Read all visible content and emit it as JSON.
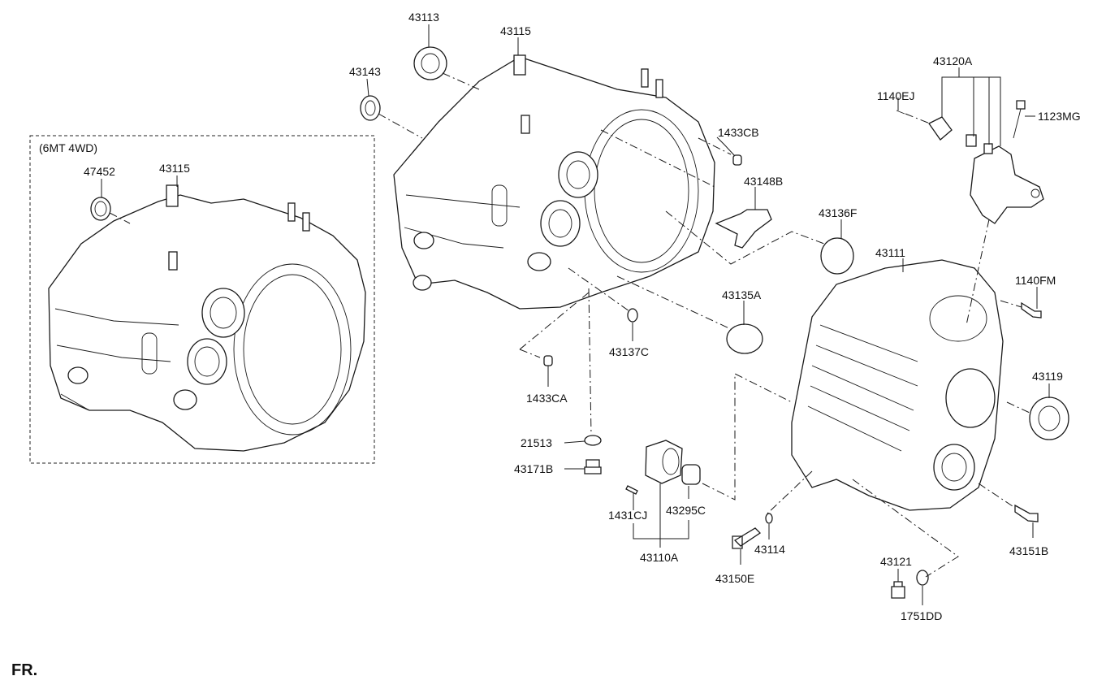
{
  "variant_box_label": "(6MT 4WD)",
  "footer_marker": "FR.",
  "callouts": {
    "c_43113": "43113",
    "c_43115_main": "43115",
    "c_43143": "43143",
    "c_47452": "47452",
    "c_43115_alt": "43115",
    "c_43120A": "43120A",
    "c_1140EJ": "1140EJ",
    "c_1123MG": "1123MG",
    "c_1433CB": "1433CB",
    "c_43148B": "43148B",
    "c_43136F": "43136F",
    "c_43111": "43111",
    "c_1140FM": "1140FM",
    "c_43135A": "43135A",
    "c_43137C": "43137C",
    "c_1433CA": "1433CA",
    "c_43119": "43119",
    "c_21513": "21513",
    "c_43171B": "43171B",
    "c_1431CJ": "1431CJ",
    "c_43295C": "43295C",
    "c_43110A": "43110A",
    "c_43114": "43114",
    "c_43150E": "43150E",
    "c_43121": "43121",
    "c_1751DD": "1751DD",
    "c_43151B": "43151B"
  }
}
